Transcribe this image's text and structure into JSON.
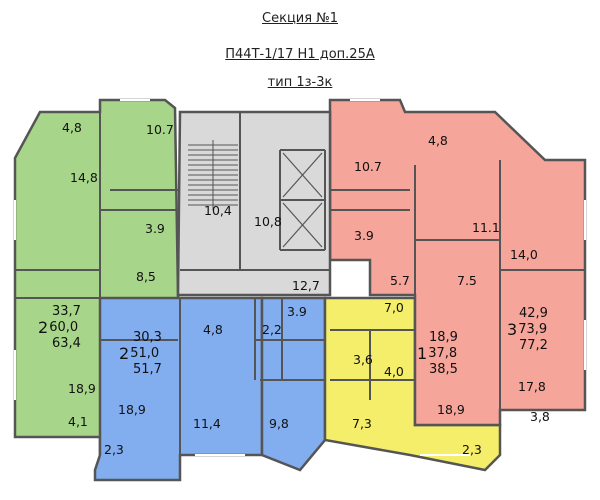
{
  "header": {
    "section": "Секция №1",
    "series": "П44Т-1/17 Н1 доп.25А",
    "type": "тип 1з-3к"
  },
  "colors": {
    "green": "#a7d68a",
    "blue": "#82aef0",
    "yellow": "#f5ee6a",
    "red": "#f5a59a",
    "common": "#d9d9d9",
    "wall": "#555555"
  },
  "apartments": {
    "green": {
      "rooms": "2",
      "living": "33,7",
      "total": "60,0",
      "total_balc": "63,4",
      "areas": {
        "balcony_top": "4,8",
        "kitchen": "10.7",
        "room_top": "14,8",
        "bath": "3.9",
        "hall": "8,5",
        "room_bottom": "18,9",
        "balcony_side": "4,1",
        "room_b2": "18,9",
        "balcony_bottom": "2,3"
      }
    },
    "blue": {
      "rooms": "2",
      "living": "30,3",
      "total": "51,0",
      "total_balc": "51,7",
      "areas": {
        "hall": "4,8",
        "wc": "2,2",
        "bath": "3.9",
        "kitchen": "11,4",
        "room": "9,8"
      }
    },
    "yellow": {
      "rooms": "1",
      "living": "18,9",
      "total": "37,8",
      "total_balc": "38,5",
      "areas": {
        "hall": "7,0",
        "bath": "3,6",
        "wc": "4,0",
        "kitchen": "7,3",
        "room": "18,9",
        "balcony": "2,3"
      }
    },
    "red": {
      "rooms": "3",
      "living": "42,9",
      "total": "73,9",
      "total_balc": "77,2",
      "areas": {
        "kitchen": "10.7",
        "balcony_top": "4,8",
        "bath": "3.9",
        "room_mid": "11.1",
        "room_top": "14,0",
        "hall": "7.5",
        "corr": "5.7",
        "room_bottom": "17,8",
        "balcony_side": "3,8"
      }
    }
  },
  "common": {
    "stair": "10,4",
    "lift": "10,8",
    "corridor": "12,7"
  }
}
